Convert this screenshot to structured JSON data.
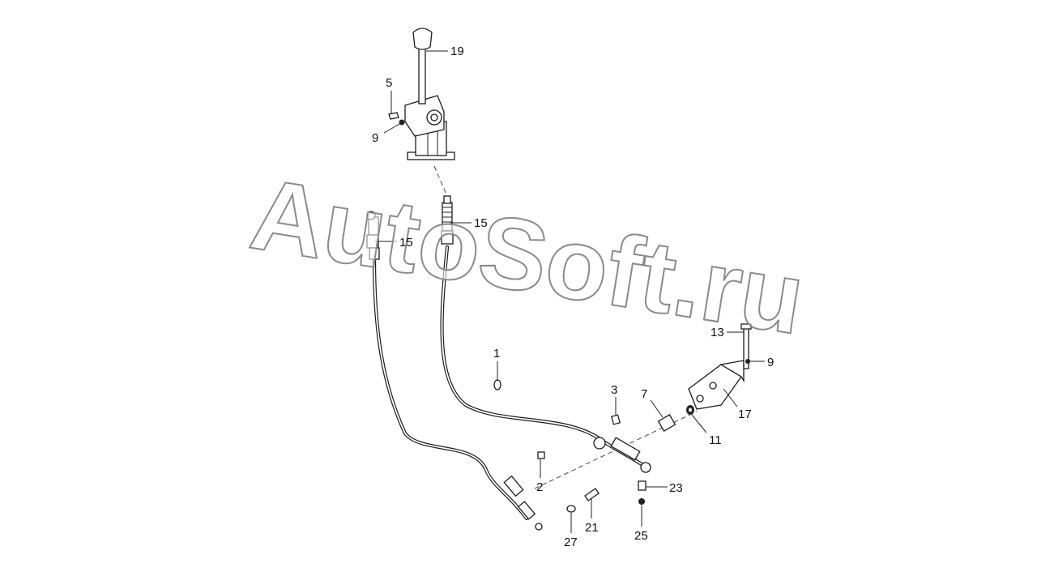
{
  "watermark": "AutoSoft.ru",
  "callouts": {
    "c1": "1",
    "c2": "2",
    "c3": "3",
    "c5": "5",
    "c7": "7",
    "c9a": "9",
    "c9b": "9",
    "c11": "11",
    "c13": "13",
    "c15a": "15",
    "c15b": "15",
    "c17": "17",
    "c19": "19",
    "c21": "21",
    "c23": "23",
    "c25": "25",
    "c27": "27"
  }
}
